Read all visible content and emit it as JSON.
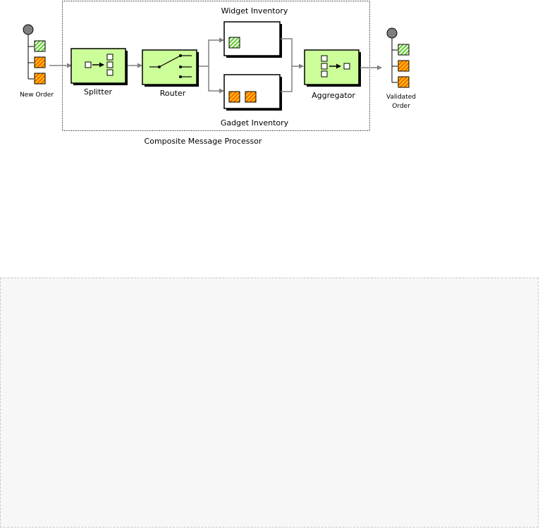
{
  "diagram": {
    "labels": {
      "new_order": "New Order",
      "splitter": "Splitter",
      "router": "Router",
      "widget_inventory": "Widget Inventory",
      "gadget_inventory": "Gadget Inventory",
      "aggregator": "Aggregator",
      "validated_order_line1": "Validated",
      "validated_order_line2": "Order",
      "composite": "Composite Message Processor"
    },
    "colors": {
      "component_fill": "#ccff99",
      "widget_green": "#66cc33",
      "gadget_orange": "#ff6600",
      "gadget_yellow": "#ffcc00",
      "connector_gray": "#808080",
      "endpoint_gray": "#7f7f7f"
    },
    "new_order_items": [
      "widget",
      "gadget",
      "gadget"
    ],
    "validated_order_items": [
      "widget",
      "gadget",
      "gadget"
    ],
    "widget_inventory_items": [
      "widget"
    ],
    "gadget_inventory_items": [
      "gadget",
      "gadget"
    ]
  }
}
